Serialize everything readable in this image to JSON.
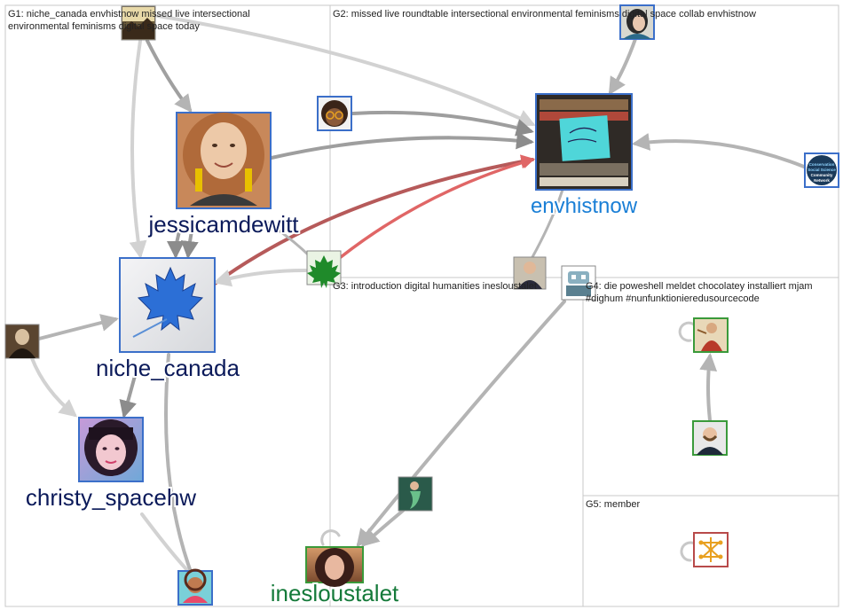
{
  "colors": {
    "edge_gray": "#b4b4b4",
    "edge_light": "#d2d2d2",
    "edge_dark": "#8c8c8c",
    "edge_red": "#c04848",
    "edge_red_light": "#e06666",
    "label_navy": "#0b1a5a",
    "label_blue": "#1a7fd6",
    "label_green": "#157a3a",
    "border_blue": "#3b6fc9",
    "border_green": "#3a9a3a",
    "border_red": "#b84a4a",
    "border_gray": "#888888"
  },
  "groups": [
    {
      "id": "G1",
      "label": "G1: niche_canada envhistnow missed live intersectional",
      "label2": "environmental feminisms digital space today"
    },
    {
      "id": "G2",
      "label": "G2: missed live roundtable intersectional environmental feminisms digital space collab envhistnow",
      "label2": ""
    },
    {
      "id": "G3",
      "label": "G3: introduction digital humanities inesloustalet",
      "label2": ""
    },
    {
      "id": "G4",
      "label": "G4: die poweshell meldet chocolatey installiert mjam",
      "label2": "#dighum #nunfunktionieredusourcecode"
    },
    {
      "id": "G5",
      "label": "G5: member",
      "label2": ""
    }
  ],
  "nodes": [
    {
      "id": "envhistnow",
      "label": "envhistnow",
      "label_color": "blue",
      "icon": "sticky-note-photo-icon",
      "border": "blue"
    },
    {
      "id": "jessicamdewitt",
      "label": "jessicamdewitt",
      "label_color": "navy",
      "icon": "woman-portrait-icon",
      "border": "blue"
    },
    {
      "id": "niche_canada",
      "label": "niche_canada",
      "label_color": "navy",
      "icon": "maple-leaf-icon",
      "border": "blue"
    },
    {
      "id": "christy_spacehw",
      "label": "christy_spacehw",
      "label_color": "navy",
      "icon": "pink-hair-portrait-icon",
      "border": "blue"
    },
    {
      "id": "inesloustalet",
      "label": "inesloustalet",
      "label_color": "green",
      "icon": "woman-portrait-icon",
      "border": "green"
    },
    {
      "id": "g1_top",
      "label": "",
      "icon": "landscape-photo-icon",
      "border": "gray"
    },
    {
      "id": "g1_portrait",
      "label": "",
      "icon": "vintage-portrait-icon",
      "border": "gray"
    },
    {
      "id": "g1_bottom",
      "label": "",
      "icon": "cartoon-avatar-icon",
      "border": "blue"
    },
    {
      "id": "green_leaf",
      "label": "",
      "icon": "green-leaf-icon",
      "border": "gray"
    },
    {
      "id": "g2_glasses",
      "label": "",
      "icon": "cartoon-glasses-avatar-icon",
      "border": "blue"
    },
    {
      "id": "g2_top",
      "label": "",
      "icon": "woman-avatar-icon",
      "border": "blue"
    },
    {
      "id": "g2_logo",
      "label": "",
      "icon": "conservation-logo-icon",
      "border": "blue"
    },
    {
      "id": "g2_man",
      "label": "",
      "icon": "man-suit-avatar-icon",
      "border": "gray"
    },
    {
      "id": "g3_robot",
      "label": "",
      "icon": "robot-avatar-icon",
      "border": "gray"
    },
    {
      "id": "g3_mermaid",
      "label": "",
      "icon": "mermaid-avatar-icon",
      "border": "gray"
    },
    {
      "id": "g4_painting",
      "label": "",
      "icon": "painting-avatar-icon",
      "border": "green"
    },
    {
      "id": "g4_man",
      "label": "",
      "icon": "bearded-man-avatar-icon",
      "border": "green"
    },
    {
      "id": "g5_logo",
      "label": "",
      "icon": "network-logo-icon",
      "border": "red"
    }
  ],
  "logo_text": "Conservation Social Science Community Network"
}
